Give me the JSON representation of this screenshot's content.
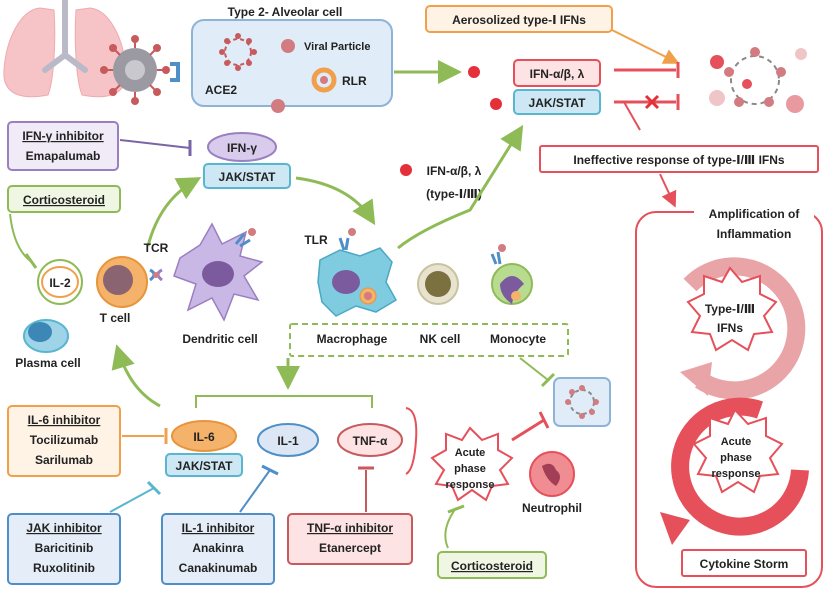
{
  "lungs": {
    "alveolar_cell_title": "Type 2- Alveolar cell",
    "viral_particle": "Viral Particle",
    "ace2": "ACE2",
    "rlr": "RLR"
  },
  "aerosolized": "Aerosolized type-Ⅰ IFNs",
  "ifn_receptor": {
    "ligand": "IFN-α/β, λ",
    "receptor": "JAK/STAT"
  },
  "ineffective": "Ineffective response of type-Ⅰ/Ⅲ IFNs",
  "ifn_gamma_inhibitor": {
    "title": "IFN-γ inhibitor",
    "drug": "Emapalumab"
  },
  "ifn_gamma": {
    "ligand": "IFN-γ",
    "receptor": "JAK/STAT"
  },
  "ifn_released": {
    "line1": "IFN-α/β, λ",
    "line2": "(type-Ⅰ/Ⅲ)"
  },
  "corticosteroid_top": "Corticosteroid",
  "corticosteroid_bottom": "Corticosteroid",
  "cells": {
    "il2": "IL-2",
    "tcr": "TCR",
    "t_cell": "T cell",
    "plasma_cell": "Plasma cell",
    "dendritic_cell": "Dendritic cell",
    "tlr": "TLR",
    "macrophage": "Macrophage",
    "nk_cell": "NK cell",
    "monocyte": "Monocyte",
    "neutrophil": "Neutrophil"
  },
  "amplification": {
    "line1": "Amplification of",
    "line2": "Inflammation",
    "type_ifn_1": "Type-Ⅰ/Ⅲ",
    "type_ifn_2": "IFNs",
    "acute_1": "Acute",
    "acute_2": "phase",
    "acute_3": "response",
    "cytokine_storm": "Cytokine Storm"
  },
  "cytokines": {
    "il6": "IL-6",
    "il6_receptor": "JAK/STAT",
    "il1": "IL-1",
    "tnf": "TNF-α"
  },
  "acute_phase": {
    "line1": "Acute",
    "line2": "phase",
    "line3": "response"
  },
  "il6_inhibitor": {
    "title": "IL-6 inhibitor",
    "drug1": "Tocilizumab",
    "drug2": "Sarilumab"
  },
  "jak_inhibitor": {
    "title": "JAK inhibitor",
    "drug1": "Baricitinib",
    "drug2": "Ruxolitinib"
  },
  "il1_inhibitor": {
    "title": "IL-1 inhibitor",
    "drug1": "Anakinra",
    "drug2": "Canakinumab"
  },
  "tnf_inhibitor": {
    "title": "TNF-α inhibitor",
    "drug1": "Etanercept"
  },
  "colors": {
    "green": "#8fbb57",
    "red": "#e5505a",
    "orange": "#f0a04b",
    "purple": "#9a7fc1",
    "blue": "#4f8fc8",
    "teal": "#58b6cf"
  }
}
